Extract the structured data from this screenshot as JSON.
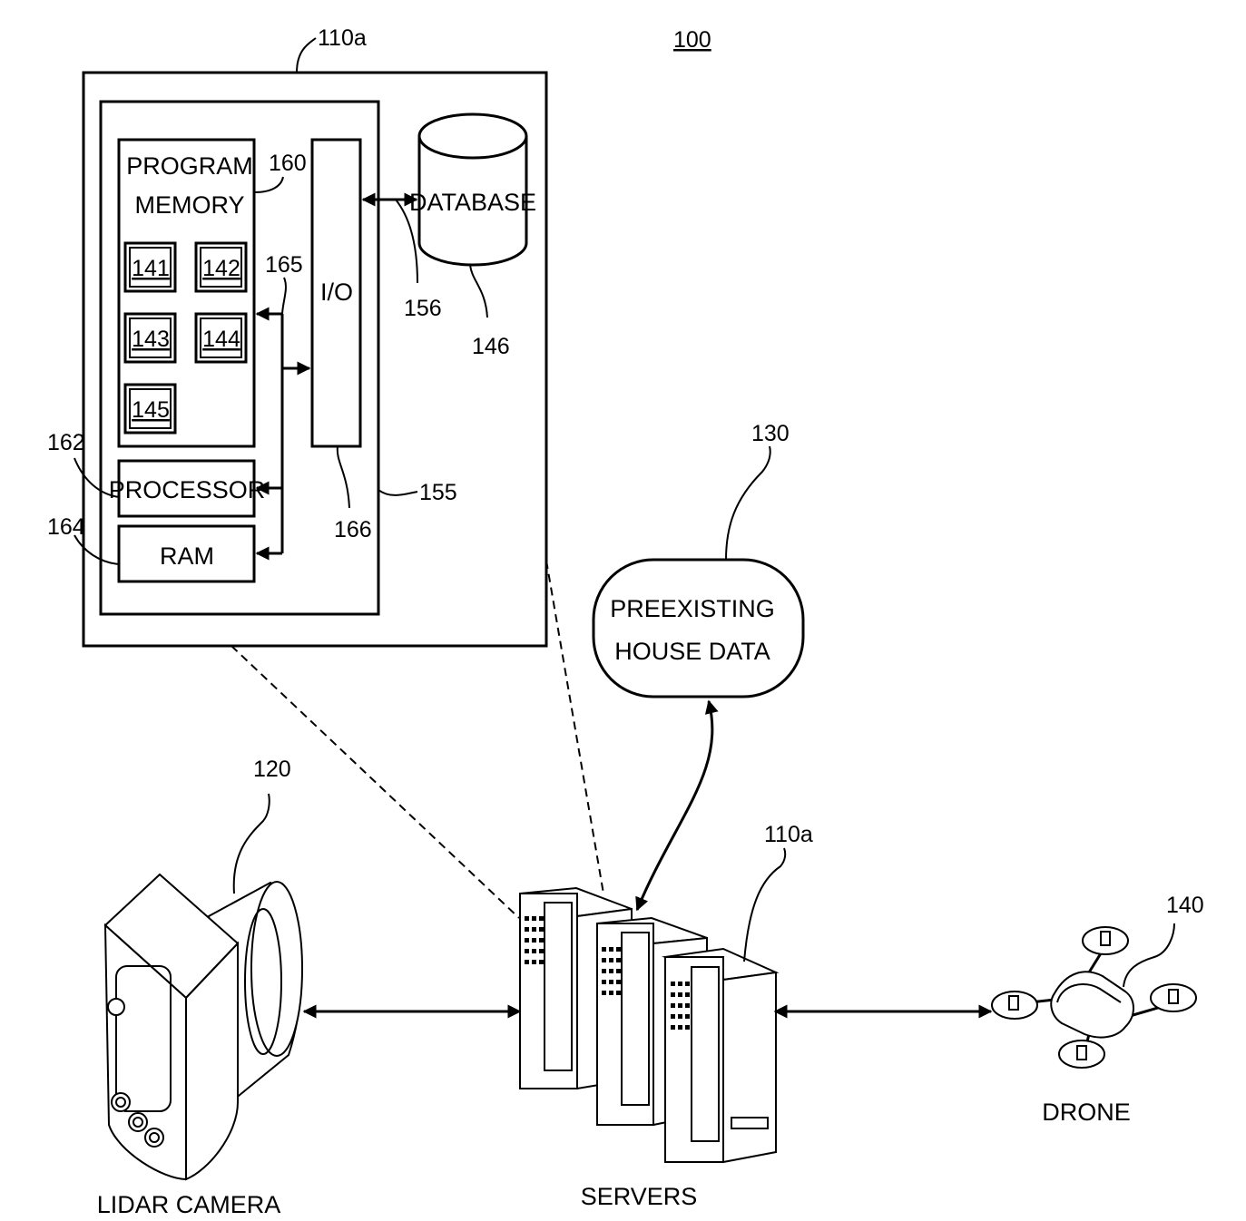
{
  "figure_ref": "100",
  "server_detail": {
    "ref": "110a",
    "board_ref": "155",
    "program_memory": {
      "label_line1": "PROGRAM",
      "label_line2": "MEMORY",
      "ref": "160"
    },
    "modules": [
      "141",
      "142",
      "143",
      "144",
      "145"
    ],
    "bus_ref": "165",
    "io": {
      "label": "I/O",
      "ref": "166"
    },
    "processor": {
      "label": "PROCESSOR",
      "ref": "162"
    },
    "ram": {
      "label": "RAM",
      "ref": "164"
    },
    "link_ref": "156",
    "database": {
      "label": "DATABASE",
      "ref": "146"
    }
  },
  "house_data": {
    "label_line1": "PREEXISTING",
    "label_line2": "HOUSE DATA",
    "ref": "130"
  },
  "servers": {
    "label": "SERVERS",
    "ref": "110a"
  },
  "lidar_camera": {
    "label": "LIDAR CAMERA",
    "ref": "120"
  },
  "drone": {
    "label": "DRONE",
    "ref": "140"
  }
}
